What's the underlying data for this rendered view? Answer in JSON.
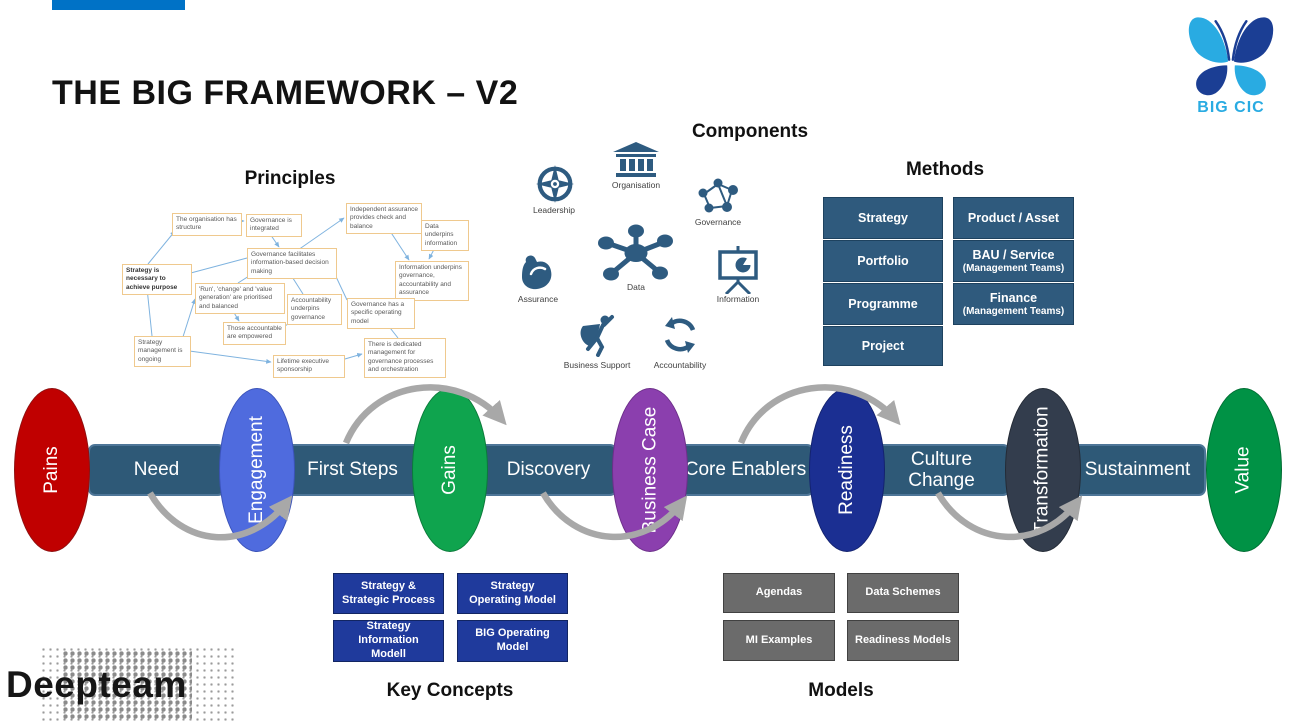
{
  "slide": {
    "title": "THE BIG FRAMEWORK – V2"
  },
  "logos": {
    "big_cic": {
      "label": "BIG CIC",
      "icon": "butterfly",
      "light_blue": "#29ABE2",
      "dark_blue": "#1B3E94"
    },
    "deepteam": {
      "label": "Deepteam"
    },
    "top_bar_color": "#0072C6"
  },
  "principles": {
    "heading": "Principles",
    "nodes": [
      {
        "text": "The organisation has structure",
        "bold": false
      },
      {
        "text": "Governance is integrated",
        "bold": false
      },
      {
        "text": "Independent assurance provides check and balance",
        "bold": false
      },
      {
        "text": "Data underpins information",
        "bold": false
      },
      {
        "text": "Governance facilitates information-based decision making",
        "bold": false
      },
      {
        "text": "Strategy is necessary to achieve purpose",
        "bold": true
      },
      {
        "text": "Information underpins governance, accountability and assurance",
        "bold": false
      },
      {
        "text": "'Run', 'change' and 'value generation' are prioritised and balanced",
        "bold": false
      },
      {
        "text": "Accountability underpins governance",
        "bold": false
      },
      {
        "text": "Governance has a specific operating model",
        "bold": false
      },
      {
        "text": "Those accountable are empowered",
        "bold": false
      },
      {
        "text": "Strategy management is ongoing",
        "bold": false
      },
      {
        "text": "Lifetime executive sponsorship",
        "bold": false
      },
      {
        "text": "There is dedicated management for governance processes and orchestration",
        "bold": false
      }
    ]
  },
  "components": {
    "heading": "Components",
    "icon_color": "#2E5B80",
    "items": [
      {
        "label": "Leadership",
        "icon": "compass"
      },
      {
        "label": "Organisation",
        "icon": "bank"
      },
      {
        "label": "Governance",
        "icon": "people-network"
      },
      {
        "label": "Data",
        "icon": "hub-spokes"
      },
      {
        "label": "Assurance",
        "icon": "muscle-arm"
      },
      {
        "label": "Information",
        "icon": "presentation-pie"
      },
      {
        "label": "Business Support",
        "icon": "superhero"
      },
      {
        "label": "Accountability",
        "icon": "cycle-arrows"
      }
    ]
  },
  "methods": {
    "heading": "Methods",
    "box_color": "#2F5A7D",
    "boxes": [
      {
        "title": "Strategy",
        "subtitle": ""
      },
      {
        "title": "Portfolio",
        "subtitle": ""
      },
      {
        "title": "Programme",
        "subtitle": ""
      },
      {
        "title": "Project",
        "subtitle": ""
      },
      {
        "title": "Product / Asset",
        "subtitle": ""
      },
      {
        "title": "BAU / Service",
        "subtitle": "(Management Teams)"
      },
      {
        "title": "Finance",
        "subtitle": "(Management Teams)"
      }
    ]
  },
  "flow": {
    "rect_color": "#2E5977",
    "arrow_color": "#A8A8A8",
    "stages": [
      {
        "label": "Pains",
        "type": "ellipse",
        "color": "#C00000"
      },
      {
        "label": "Need",
        "type": "rect"
      },
      {
        "label": "Engagement",
        "type": "ellipse",
        "color": "#4F6BDE"
      },
      {
        "label": "First Steps",
        "type": "rect"
      },
      {
        "label": "Gains",
        "type": "ellipse",
        "color": "#0FA44E"
      },
      {
        "label": "Discovery",
        "type": "rect"
      },
      {
        "label": "Business Case",
        "type": "ellipse",
        "color": "#8B3FAE"
      },
      {
        "label": "Core Enablers",
        "type": "rect"
      },
      {
        "label": "Readiness",
        "type": "ellipse",
        "color": "#1B2F92"
      },
      {
        "label": "Culture Change",
        "type": "rect"
      },
      {
        "label": "Transformation",
        "type": "ellipse",
        "color": "#333D4D"
      },
      {
        "label": "Sustainment",
        "type": "rect"
      },
      {
        "label": "Value",
        "type": "ellipse",
        "color": "#009245"
      }
    ]
  },
  "key_concepts": {
    "heading": "Key Concepts",
    "box_color": "#1F3A9C",
    "boxes": [
      "Strategy & Strategic Process",
      "Strategy Operating Model",
      "Strategy Information Modell",
      "BIG Operating Model"
    ]
  },
  "models": {
    "heading": "Models",
    "box_color": "#6B6B6B",
    "boxes": [
      "Agendas",
      "Data Schemes",
      "MI Examples",
      "Readiness Models"
    ]
  }
}
